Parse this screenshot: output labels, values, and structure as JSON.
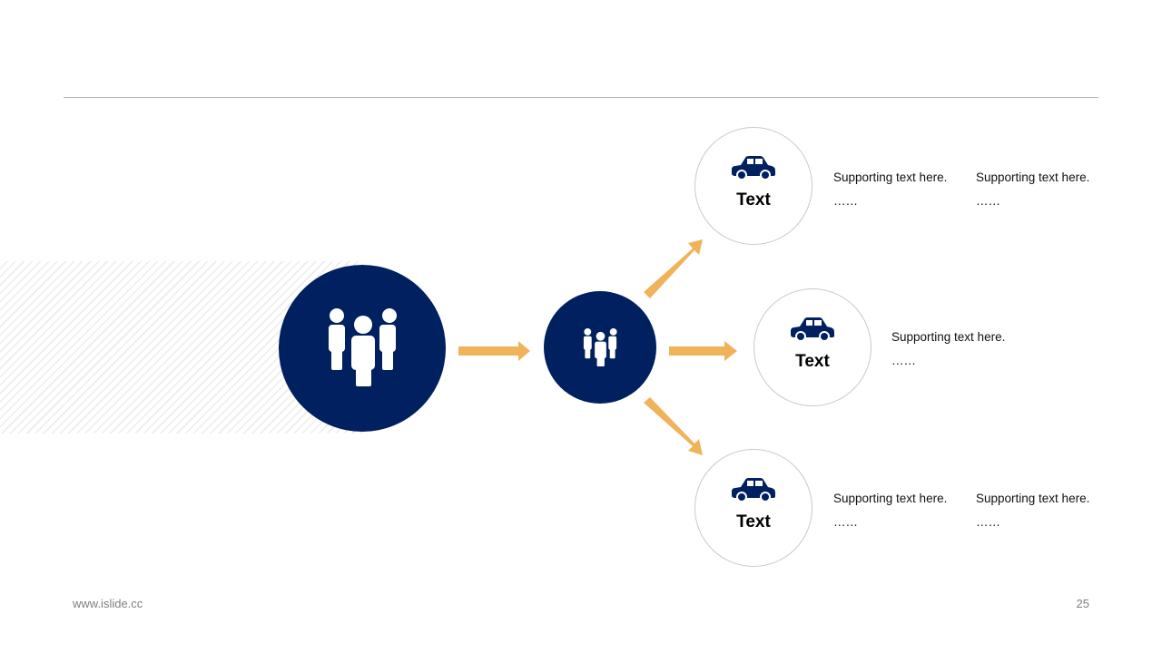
{
  "colors": {
    "primary": "#002060",
    "arrow": "#F0B35A",
    "rule": "#B7B7B7",
    "node_border": "#C9C9C9"
  },
  "icons": {
    "group": "people-group-icon",
    "node": "car-icon"
  },
  "nodes": [
    {
      "title": "Text",
      "notes": [
        {
          "line1": "Supporting  text here.",
          "line2": "……"
        },
        {
          "line1": "Supporting  text here.",
          "line2": "……"
        }
      ]
    },
    {
      "title": "Text",
      "notes": [
        {
          "line1": "Supporting  text here.",
          "line2": "……"
        }
      ]
    },
    {
      "title": "Text",
      "notes": [
        {
          "line1": "Supporting  text here.",
          "line2": "……"
        },
        {
          "line1": "Supporting  text here.",
          "line2": "……"
        }
      ]
    }
  ],
  "footer": {
    "website": "www.islide.cc",
    "page_number": "25"
  }
}
